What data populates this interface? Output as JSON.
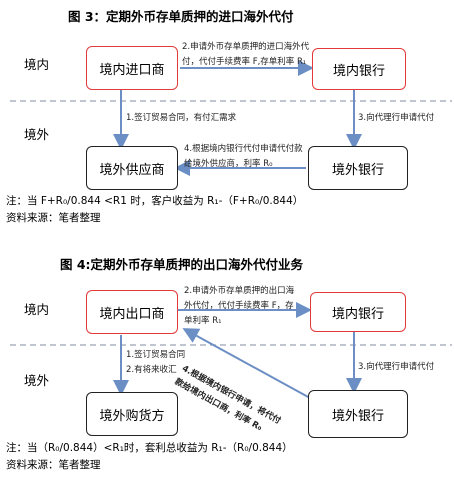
{
  "fig3": {
    "title": "图 3：定期外币存单质押的进口海外代付",
    "zone_in": "境内",
    "zone_out": "境外",
    "box_importer": "境内进口商",
    "box_domestic_bank": "境内银行",
    "box_supplier": "境外供应商",
    "box_foreign_bank": "境外银行",
    "arrow2_line1": "2.申请外币存单质押的进口海外代",
    "arrow2_line2": "付，代付手续费率 F,存单利率 R₁",
    "arrow1": "1.签订贸易合同，有付汇需求",
    "arrow3": "3.向代理行申请代付",
    "arrow4_line1": "4.根据境内银行代付申请代付款",
    "arrow4_line2": "给境外供应商，利率 R₀",
    "note": "注：当 F+R₀/0.844 <R1 时，客户收益为 R₁-（F+R₀/0.844）",
    "source": "资料来源：笔者整理"
  },
  "fig4": {
    "title": "图 4:定期外币存单质押的出口海外代付业务",
    "zone_in": "境内",
    "zone_out": "境外",
    "box_exporter": "境内出口商",
    "box_domestic_bank": "境内银行",
    "box_buyer": "境外购货方",
    "box_foreign_bank": "境外银行",
    "arrow2_line1": "2.申请外币存单质押的出口海",
    "arrow2_line2": "外代付，代付手续费率 F，存",
    "arrow2_line3": "单利率 R₁",
    "arrow1_line1": "1.签订贸易合同",
    "arrow1_line2": "2.有将来收汇",
    "arrow3": "3.向代理行申请代付",
    "arrow4_line1": "4.根据境内银行申请，将代付",
    "arrow4_line2": "款给境内出口商，利率 R₀",
    "note": "注：当（R₀/0.844）<R₁时，套利总收益为 R₁-（R₀/0.844）",
    "source": "资料来源：笔者整理"
  },
  "colors": {
    "red_box": "#e23a3a",
    "arrow": "#6b8fc4",
    "dashed": "#9aa3b5"
  }
}
